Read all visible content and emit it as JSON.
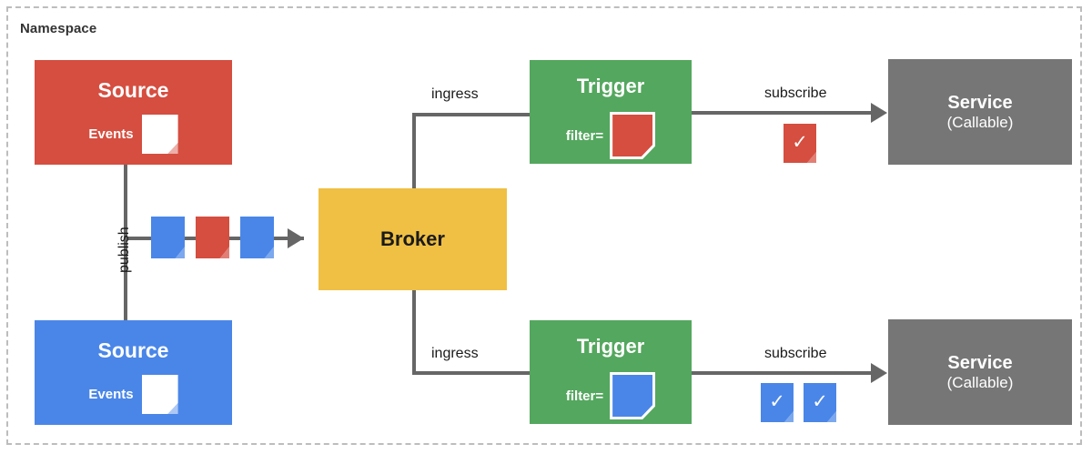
{
  "namespace": {
    "label": "Namespace",
    "border_color": "#bdbdbd"
  },
  "colors": {
    "red": "#D54E40",
    "blue": "#4A86E8",
    "green": "#54A75E",
    "amber": "#EFC043",
    "gray": "#767676",
    "line": "#666666",
    "white": "#ffffff"
  },
  "nodes": {
    "source_red": {
      "title": "Source",
      "events_label": "Events",
      "color": "#D54E40",
      "doc_color": "#ffffff"
    },
    "source_blue": {
      "title": "Source",
      "events_label": "Events",
      "color": "#4A86E8",
      "doc_color": "#ffffff"
    },
    "broker": {
      "title": "Broker",
      "color": "#EFC043"
    },
    "trigger_top": {
      "title": "Trigger",
      "filter_label": "filter=",
      "color": "#54A75E",
      "filter_doc_color": "#D54E40"
    },
    "trigger_bottom": {
      "title": "Trigger",
      "filter_label": "filter=",
      "color": "#54A75E",
      "filter_doc_color": "#4A86E8"
    },
    "service_top": {
      "title": "Service",
      "subtitle": "(Callable)",
      "color": "#767676"
    },
    "service_bottom": {
      "title": "Service",
      "subtitle": "(Callable)",
      "color": "#767676"
    }
  },
  "edges": {
    "publish": {
      "label": "publish"
    },
    "ingress_top": {
      "label": "ingress"
    },
    "ingress_bottom": {
      "label": "ingress"
    },
    "subscribe_top": {
      "label": "subscribe"
    },
    "subscribe_bottom": {
      "label": "subscribe"
    }
  },
  "event_stream": {
    "docs": [
      {
        "name": "event-doc-blue-1",
        "color": "#4A86E8"
      },
      {
        "name": "event-doc-red",
        "color": "#D54E40"
      },
      {
        "name": "event-doc-blue-2",
        "color": "#4A86E8"
      }
    ]
  },
  "delivered_top": {
    "docs": [
      {
        "name": "delivered-doc-red",
        "color": "#D54E40",
        "glyph": "✓"
      }
    ]
  },
  "delivered_bottom": {
    "docs": [
      {
        "name": "delivered-doc-blue-1",
        "color": "#4A86E8",
        "glyph": "✓"
      },
      {
        "name": "delivered-doc-blue-2",
        "color": "#4A86E8",
        "glyph": "✓"
      }
    ]
  }
}
